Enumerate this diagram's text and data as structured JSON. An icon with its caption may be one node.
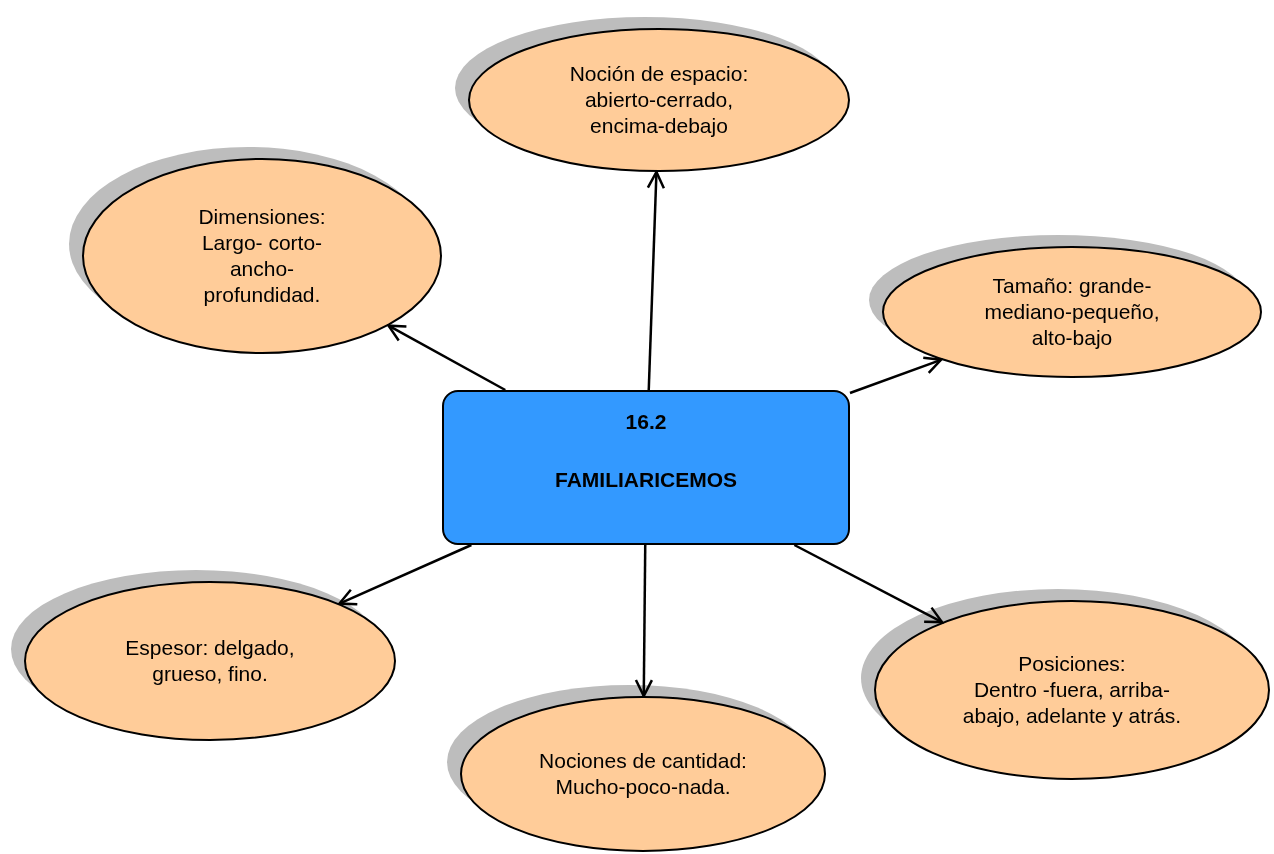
{
  "diagram": {
    "nodes": [
      {
        "text": [
          "16.2",
          "FAMILIARICEMOS"
        ]
      },
      {
        "text": [
          "Noción de espacio:",
          "abierto-cerrado, encima-debajo"
        ]
      },
      {
        "text": [
          "Dimensiones:",
          "Largo- corto- ancho- profundidad."
        ]
      },
      {
        "text": [
          "Tamaño: grande- mediano-pequeño, alto-bajo"
        ]
      },
      {
        "text": [
          "Espesor: delgado, grueso, fino."
        ]
      },
      {
        "text": [
          "Posiciones:",
          "Dentro -fuera, arriba- abajo, adelante y atrás."
        ]
      },
      {
        "text": [
          "Nociones de cantidad:",
          "Mucho-poco-nada."
        ]
      }
    ],
    "edges": [
      {
        "from": 0,
        "to": 1,
        "arrow": "to"
      },
      {
        "from": 0,
        "to": 2,
        "arrow": "to"
      },
      {
        "from": 0,
        "to": 3,
        "arrow": "to"
      },
      {
        "from": 0,
        "to": 4,
        "arrow": "to"
      },
      {
        "from": 0,
        "to": 5,
        "arrow": "to"
      },
      {
        "from": 0,
        "to": 6,
        "arrow": "to"
      }
    ]
  }
}
